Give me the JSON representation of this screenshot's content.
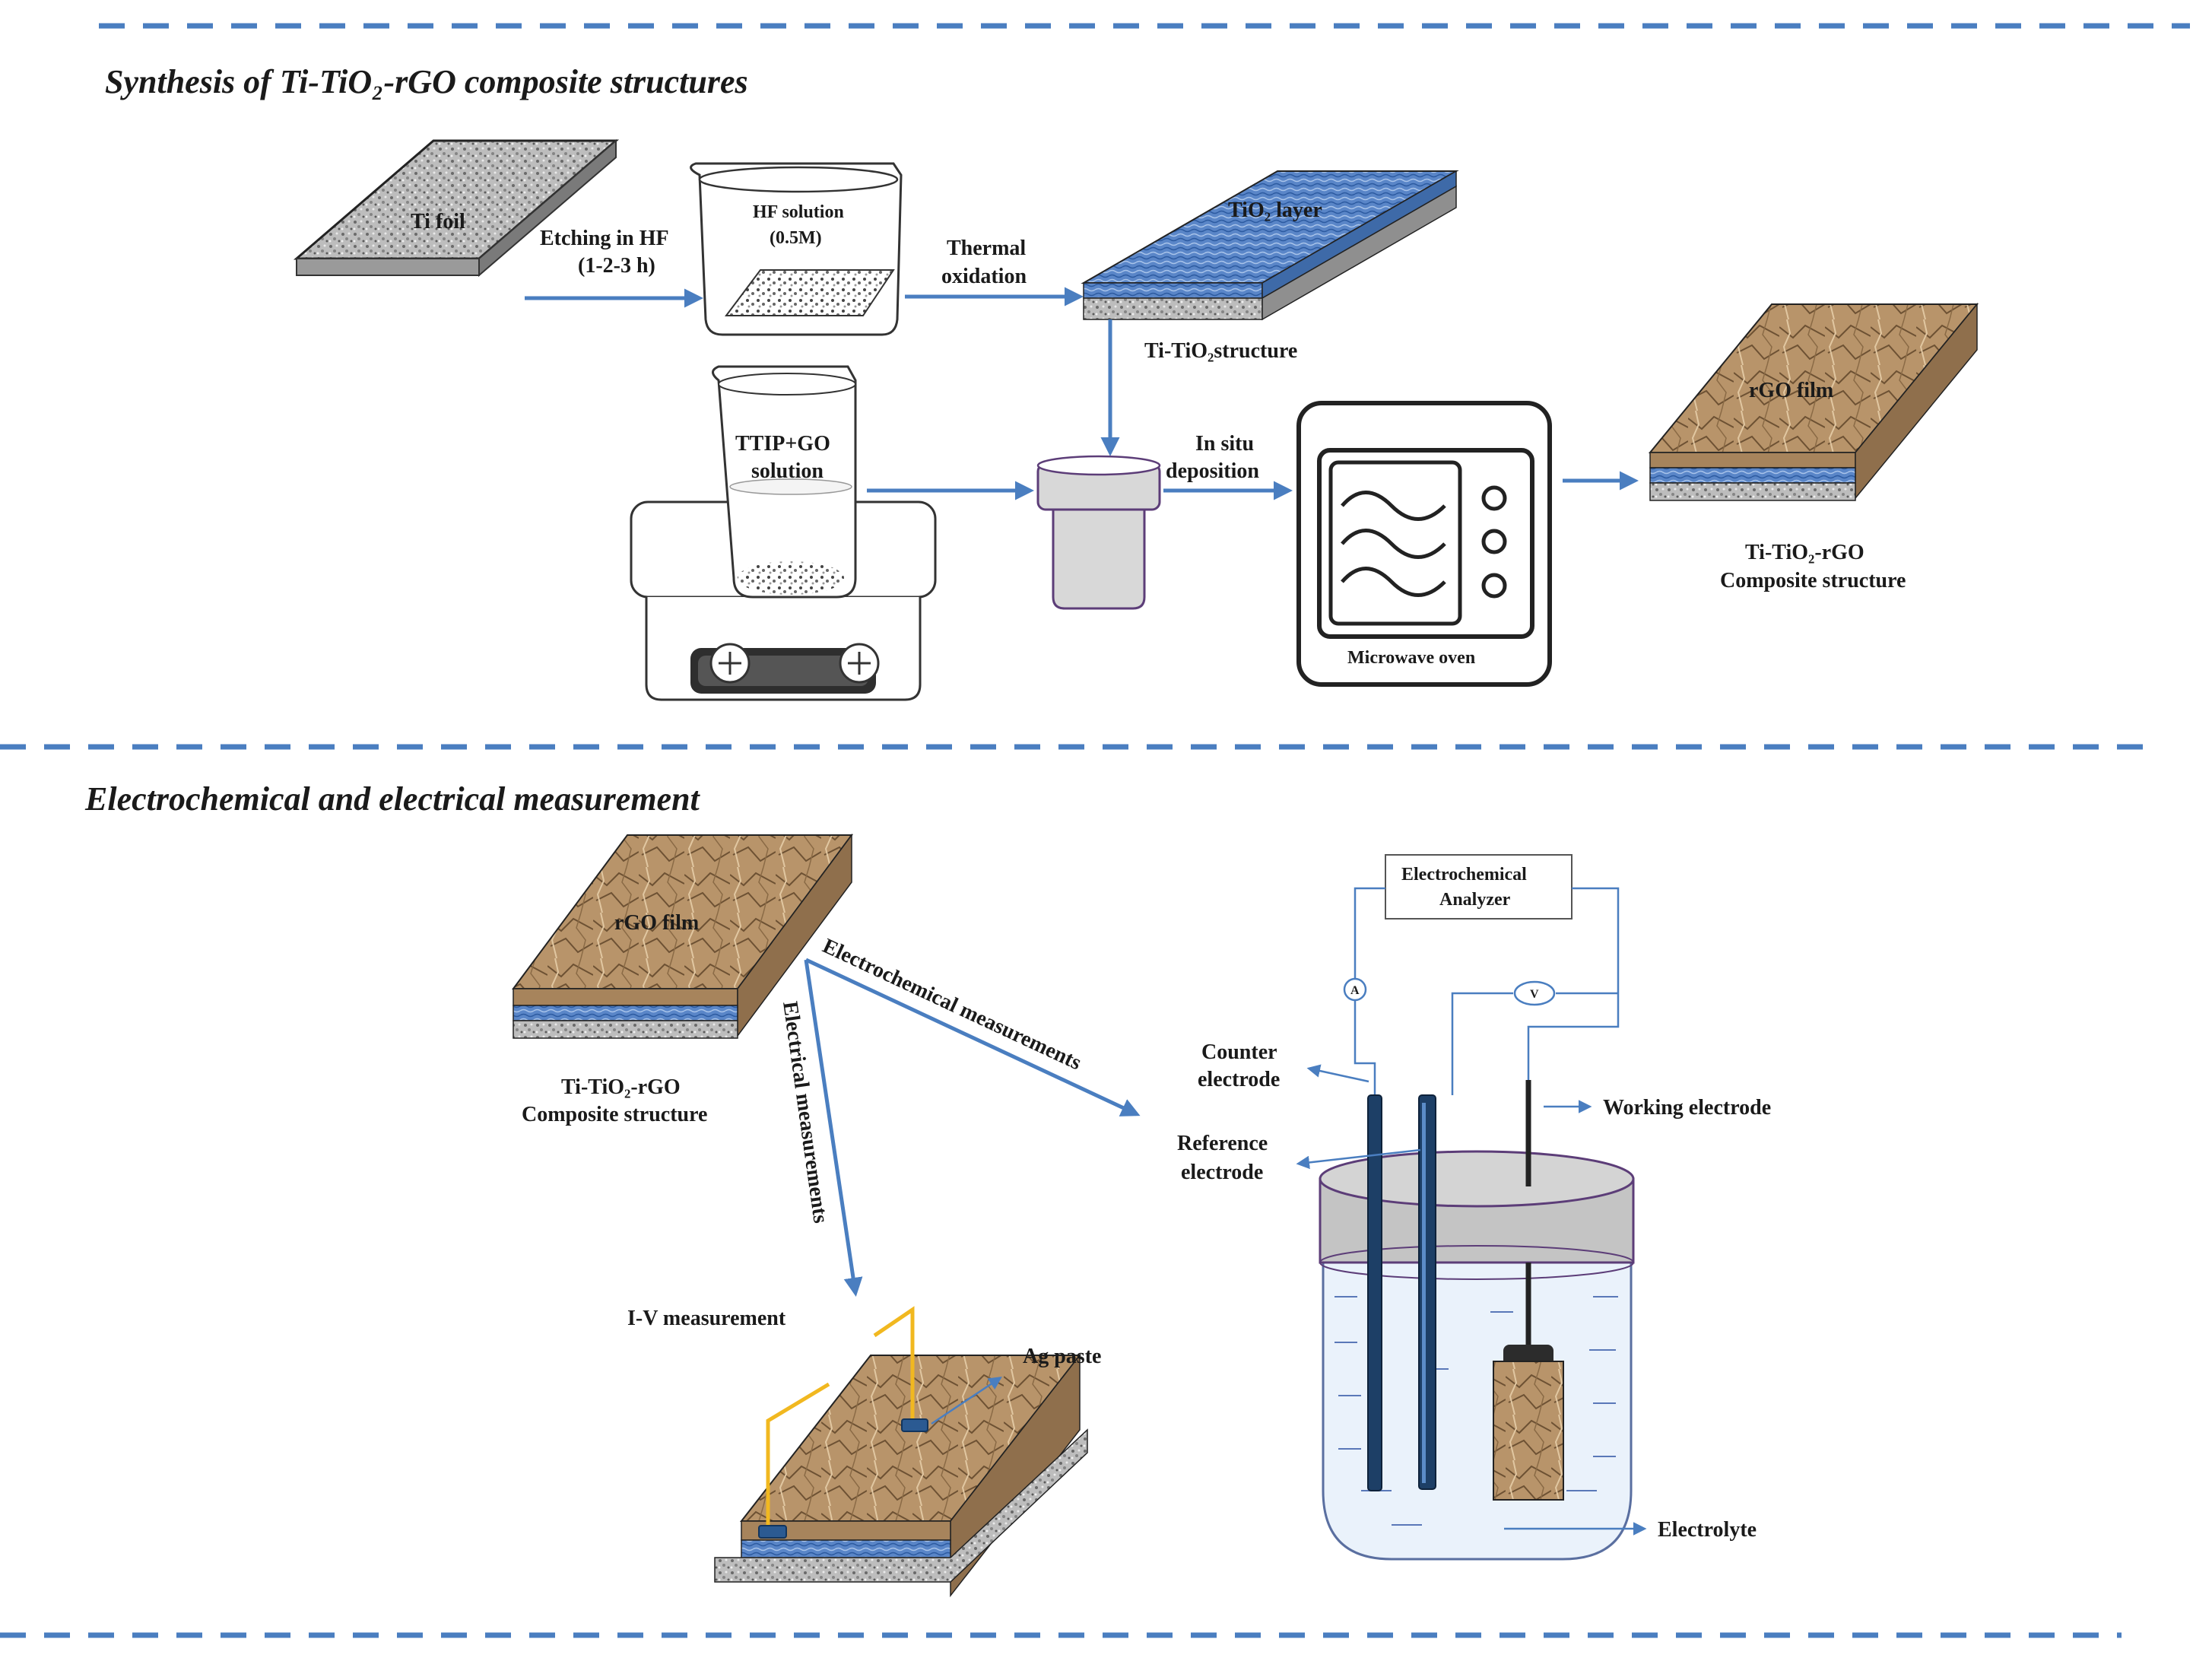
{
  "sections": {
    "synthesis_title": "Synthesis of Ti-TiO₂-rGO composite structures",
    "measurement_title": "Electrochemical and electrical measurement"
  },
  "synthesis": {
    "ti_foil": "Ti foil",
    "etching_line1": "Etching in HF",
    "etching_line2": "(1-2-3 h)",
    "hf_line1": "HF solution",
    "hf_line2": "(0.5M)",
    "thermal_line1": "Thermal",
    "thermal_line2": "oxidation",
    "tio2_layer": "TiO₂ layer",
    "ti_tio2_structure": "Ti-TiO₂structure",
    "ttip_line1": "TTIP+GO",
    "ttip_line2": "solution",
    "insitu_line1": "In situ",
    "insitu_line2": "deposition",
    "microwave_oven": "Microwave oven",
    "rgo_film": "rGO film",
    "composite_line1": "Ti-TiO₂-rGO",
    "composite_line2": "Composite structure"
  },
  "measurement": {
    "rgo_film": "rGO film",
    "composite_line1": "Ti-TiO₂-rGO",
    "composite_line2": "Composite structure",
    "electrical_measurements": "Electrical measurements",
    "electrochemical_measurements": "Electrochemical measurements",
    "iv_measurement": "I-V measurement",
    "ag_paste": "Ag paste",
    "analyzer_line1": "Electrochemical",
    "analyzer_line2": "Analyzer",
    "ammeter": "A",
    "voltmeter": "V",
    "counter_line1": "Counter",
    "counter_line2": "electrode",
    "reference_line1": "Reference",
    "reference_line2": "electrode",
    "working_electrode": "Working electrode",
    "electrolyte": "Electrolyte"
  },
  "colors": {
    "accent": "#4a7ec0",
    "rgo": "#b8946a",
    "tio2": "#4f7fc4",
    "ti": "#b9b9b9",
    "wire": "#f1b820",
    "electrode": "#1d3f66"
  }
}
